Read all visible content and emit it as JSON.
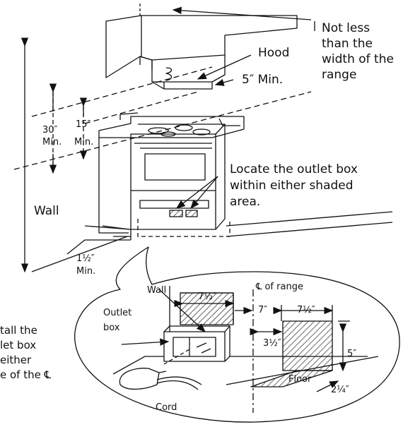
{
  "labels": {
    "note_lines": [
      "Not less",
      "than the",
      "width of the",
      "range"
    ],
    "hood": "Hood",
    "hood_min": "5″ Min.",
    "thirty": "30″",
    "thirty_min": "Min.",
    "fifteen": "15″",
    "fifteen_min": "Min.",
    "locate_lines": [
      "Locate the outlet box",
      "within either shaded",
      "area."
    ],
    "wall": "Wall",
    "one_half": "1½″",
    "one_half_min": "Min.",
    "detail_wall": "Wall",
    "detail_seven_half_left": "7½″",
    "detail_cl_range": "℄ of range",
    "detail_outlet_lines": [
      "Outlet",
      "box"
    ],
    "detail_seven": "7″",
    "detail_seven_half_right": "7½″",
    "detail_three_half": "3½″",
    "detail_five": "5″",
    "detail_floor": "Floor",
    "detail_two_quarter": "2¼″",
    "detail_cord": "Cord",
    "side_note_lines": [
      "tall the",
      "let box",
      "either",
      "e of the ℄"
    ]
  }
}
